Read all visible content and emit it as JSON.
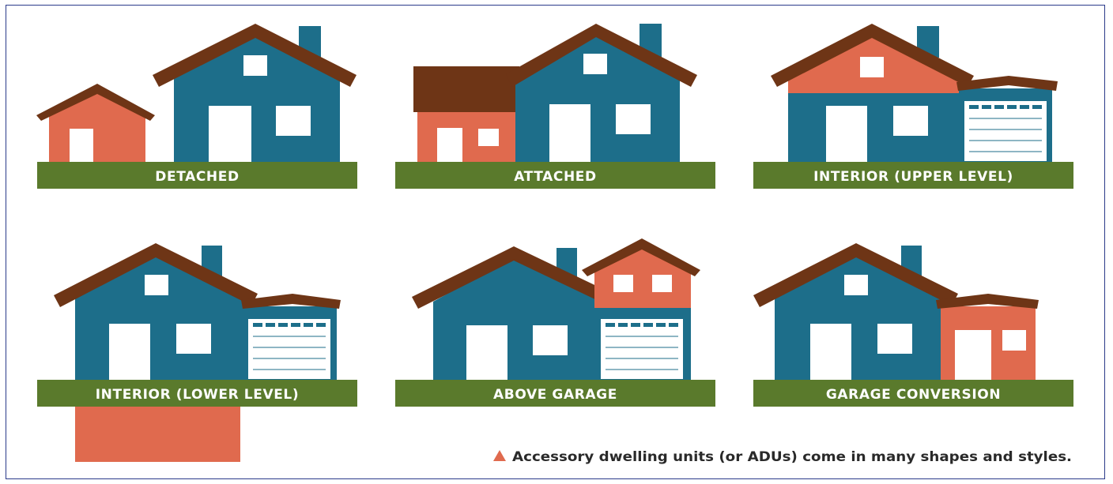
{
  "colors": {
    "house": "#1d6e8a",
    "adu": "#e06a4e",
    "roof": "#6e3516",
    "ground": "#5a7a2c",
    "window": "#ffffff",
    "text": "#2a2a2a"
  },
  "panels": [
    {
      "id": "detached",
      "label": "DETACHED"
    },
    {
      "id": "attached",
      "label": "ATTACHED"
    },
    {
      "id": "interior-upper",
      "label": "INTERIOR (UPPER LEVEL)"
    },
    {
      "id": "interior-lower",
      "label": "INTERIOR (LOWER LEVEL)"
    },
    {
      "id": "above-garage",
      "label": "ABOVE GARAGE"
    },
    {
      "id": "garage-conversion",
      "label": "GARAGE CONVERSION"
    }
  ],
  "legend": {
    "marker": "triangle",
    "text": "Accessory dwelling units (or ADUs) come in many shapes and styles."
  }
}
